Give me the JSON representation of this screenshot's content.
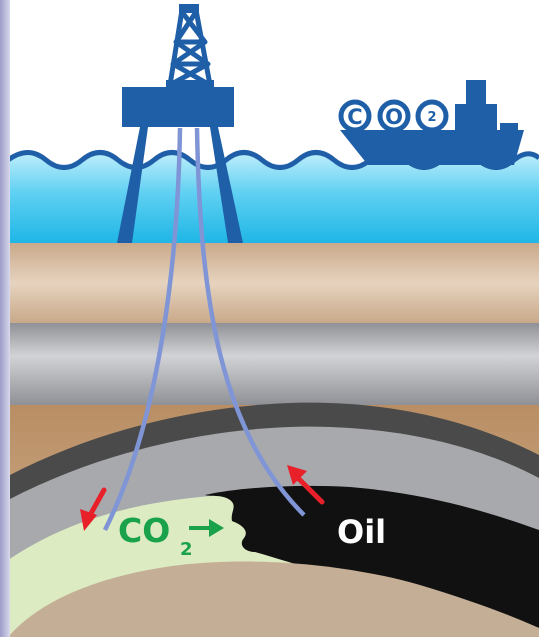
{
  "ship_label": {
    "c": "C",
    "o": "O",
    "two": "2"
  },
  "labels": {
    "co2_main": "CO",
    "co2_sub": "2",
    "oil": "Oil"
  },
  "colors": {
    "frame_left": "#b8b8d8",
    "sky": "#ffffff",
    "water": "#35c0ea",
    "water_light": "#c8f0fa",
    "rig": "#1f5fa8",
    "ship": "#1f5fa8",
    "pipe": "#7f95d6",
    "sand": "#d4b99c",
    "rock_grey": "#b7b9bd",
    "dome_dark": "#4a4a4a",
    "dome_grey": "#a7a9ad",
    "co2_zone": "#dcebc2",
    "oil_zone": "#111111",
    "base": "#c5ae96",
    "arrow_red": "#e8202a",
    "co2_green": "#19a24a",
    "oil_text": "#ffffff"
  }
}
